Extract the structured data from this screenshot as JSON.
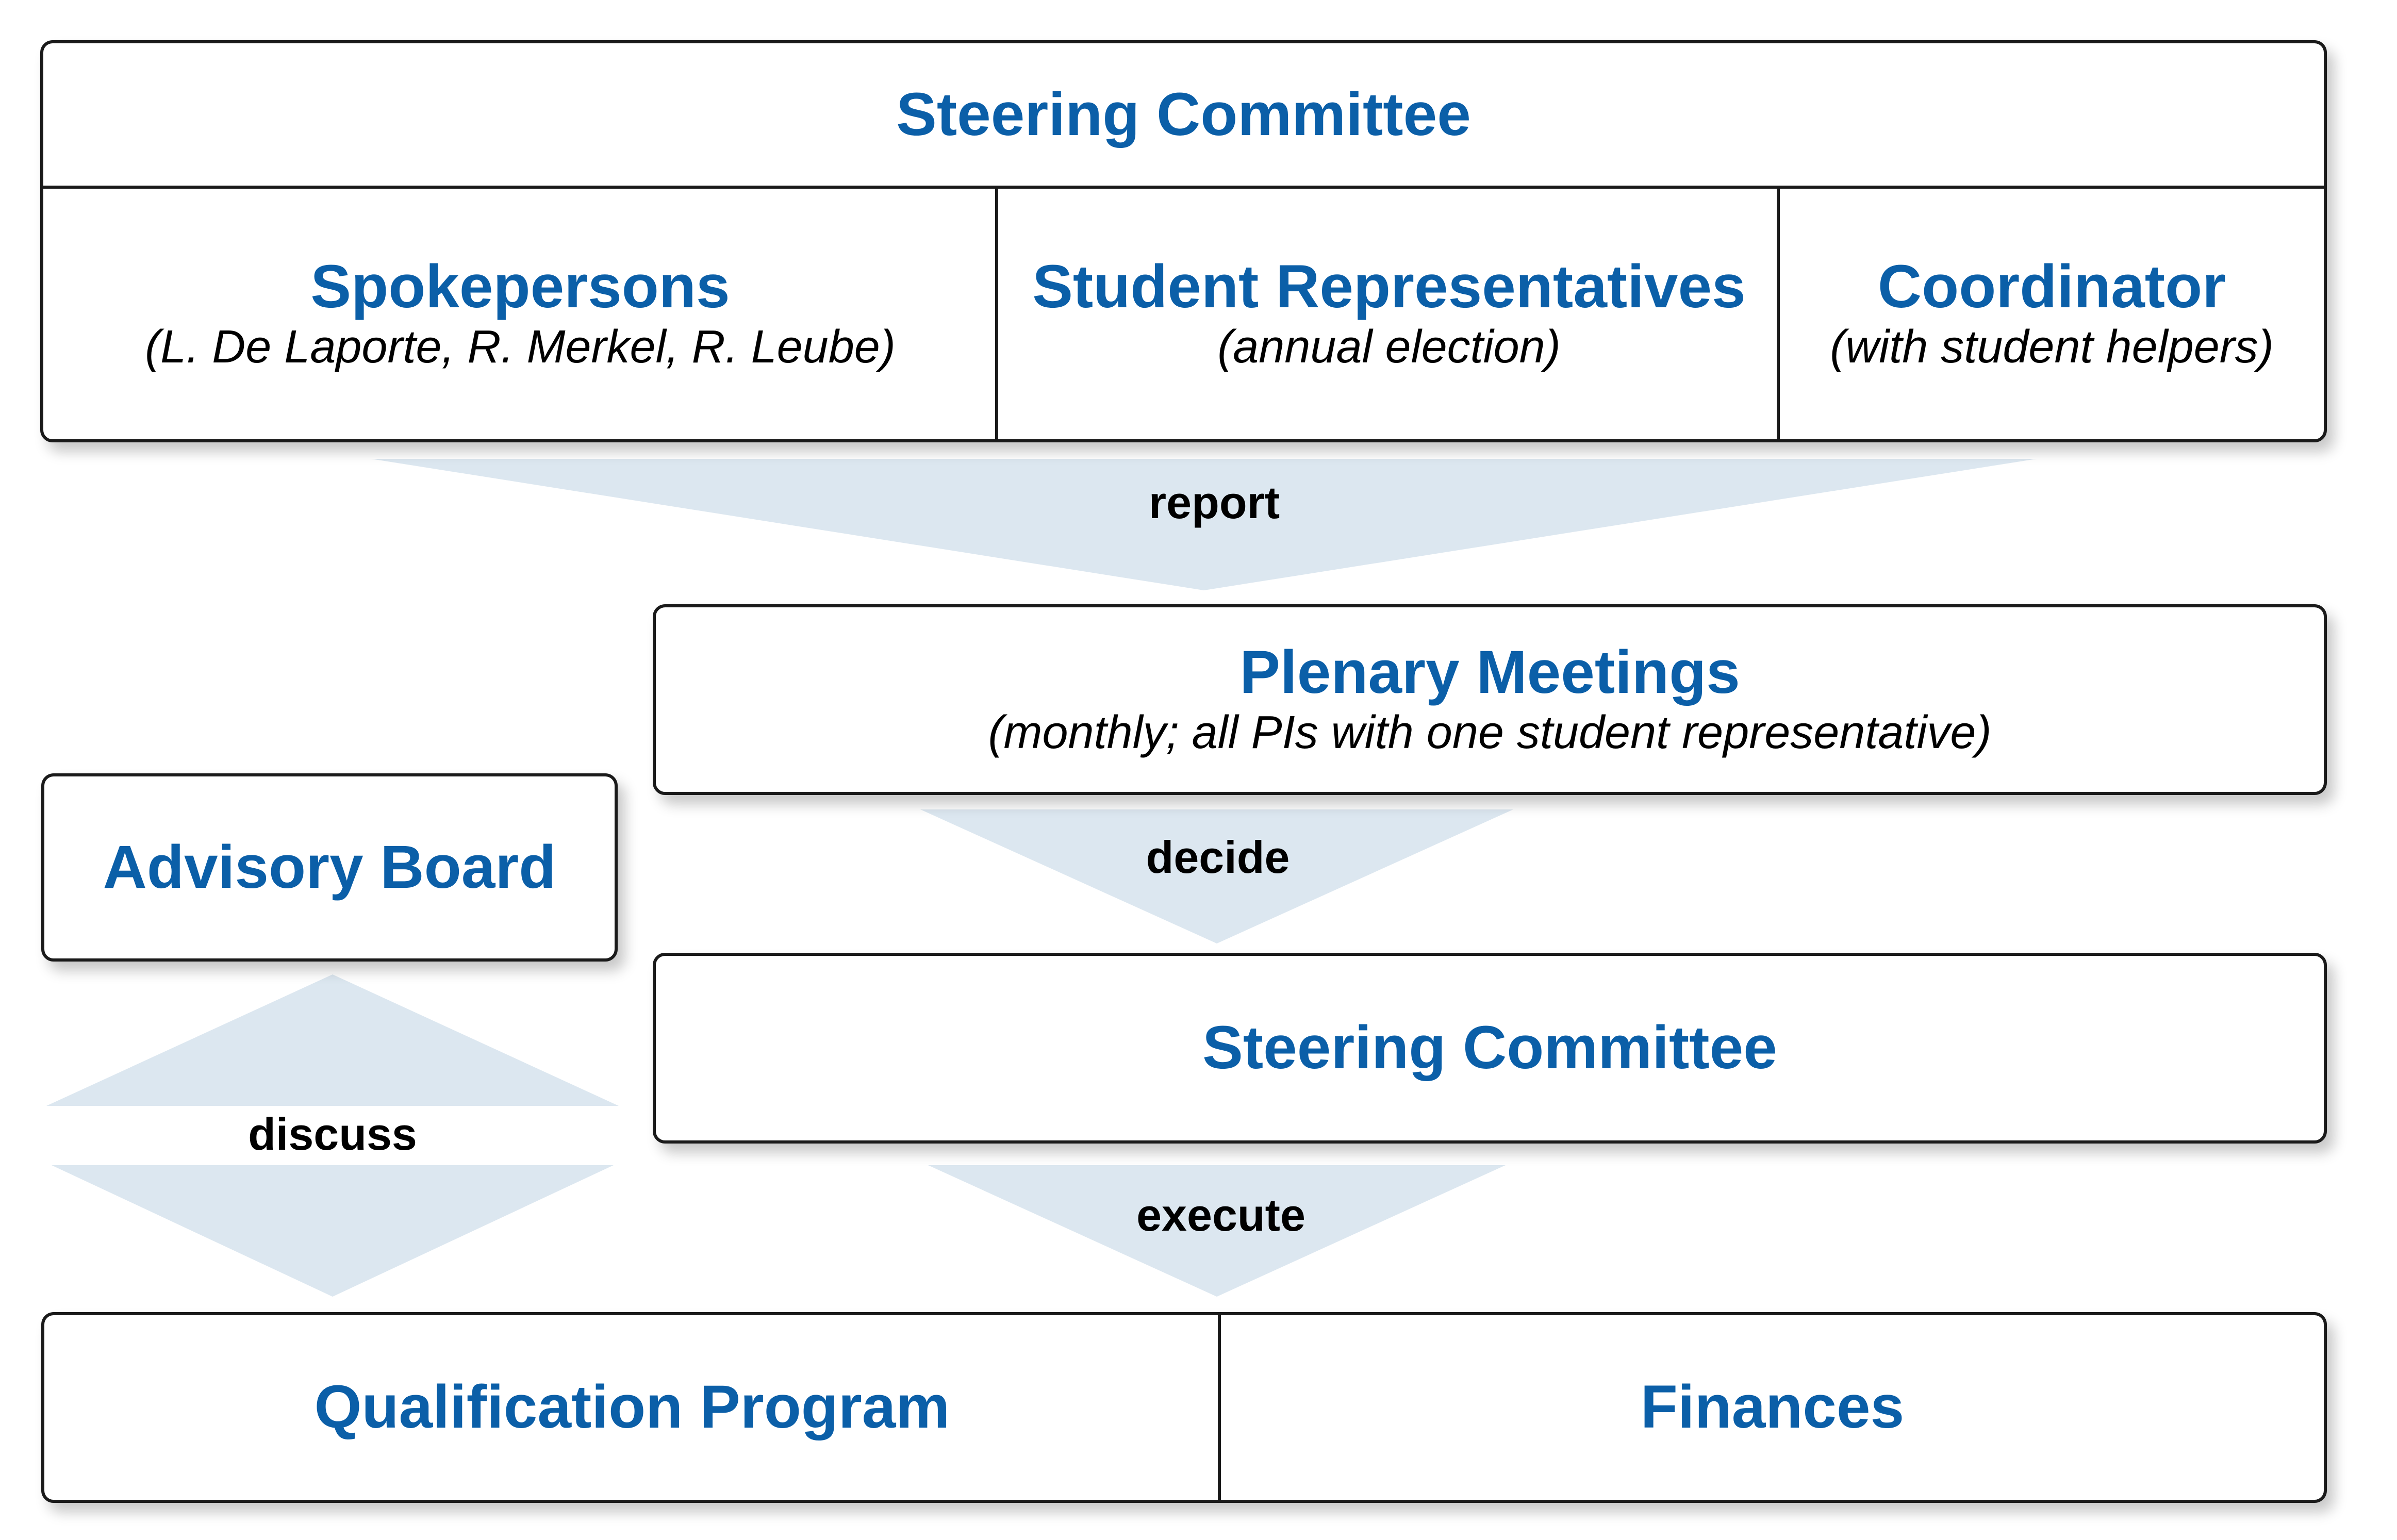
{
  "colors": {
    "title_blue": "#0b5fa8",
    "arrow_fill": "#dce7f0",
    "border": "#1a1a1a"
  },
  "top_committee": {
    "title": "Steering Committee",
    "members": [
      {
        "title": "Spokepersons",
        "note": "(L. De Laporte, R. Merkel, R. Leube)"
      },
      {
        "title": "Student Representatives",
        "note": "(annual election)"
      },
      {
        "title": "Coordinator",
        "note": "(with student helpers)"
      }
    ]
  },
  "plenary": {
    "title": "Plenary Meetings",
    "note": "(monthly; all PIs with one student representative)"
  },
  "advisory_board": {
    "title": "Advisory Board"
  },
  "steering_committee_2": {
    "title": "Steering Committee"
  },
  "bottom": {
    "items": [
      {
        "title": "Qualification Program"
      },
      {
        "title": "Finances"
      }
    ]
  },
  "arrows": {
    "report": "report",
    "decide": "decide",
    "discuss": "discuss",
    "execute": "execute"
  }
}
